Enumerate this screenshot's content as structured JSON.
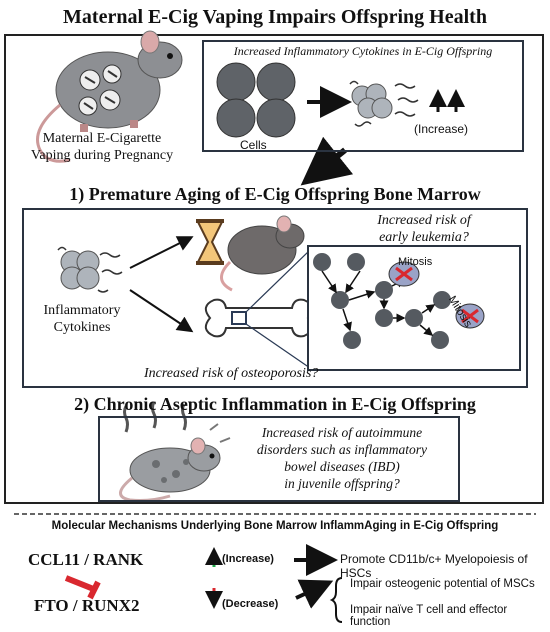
{
  "title": "Maternal E-Cig Vaping Impairs Offspring Health",
  "top": {
    "mouse_caption_line1": "Maternal E-Cigarette",
    "mouse_caption_line2": "Vaping during Pregnancy",
    "cytokine_box_title": "Increased Inflammatory Cytokines in E-Cig Offspring",
    "cells_label": "Cells",
    "increase_label": "(Increase)"
  },
  "section1": {
    "heading": "1) Premature Aging of E-Cig Offspring Bone Marrow",
    "leukemia_line1": "Increased risk of",
    "leukemia_line2": "early leukemia?",
    "cytokines_line1": "Inflammatory",
    "cytokines_line2": "Cytokines",
    "mitosis_label_1": "Mitosis",
    "mitosis_label_2": "Mitosis",
    "osteoporosis": "Increased risk of osteoporosis?"
  },
  "section2": {
    "heading": "2) Chronic Aseptic Inflammation in E-Cig Offspring",
    "ibd_lines": [
      "Increased risk of autoimmune",
      "disorders such as inflammatory",
      "bowel diseases (IBD)",
      "in  juvenile offspring?"
    ]
  },
  "mechanisms": {
    "heading": "Molecular Mechanisms Underlying Bone Marrow InflammAging in E-Cig Offspring",
    "row1_genes": "CCL11 / RANK",
    "row1_change": "(Increase)",
    "row1_effect": "Promote CD11b/c+ Myelopoiesis of HSCs",
    "row2_genes": "FTO / RUNX2",
    "row2_change": "(Decrease)",
    "row2_effect_1": "Impair osteogenic potential of MSCs",
    "row2_effect_2": "Impair naïve T cell and effector function"
  },
  "colors": {
    "up_arrow": "#1fa84a",
    "down_arrow": "#d9282f",
    "inhibit": "#d9282f",
    "cell_fill": "#5f6368",
    "node_fill": "#555a60"
  }
}
